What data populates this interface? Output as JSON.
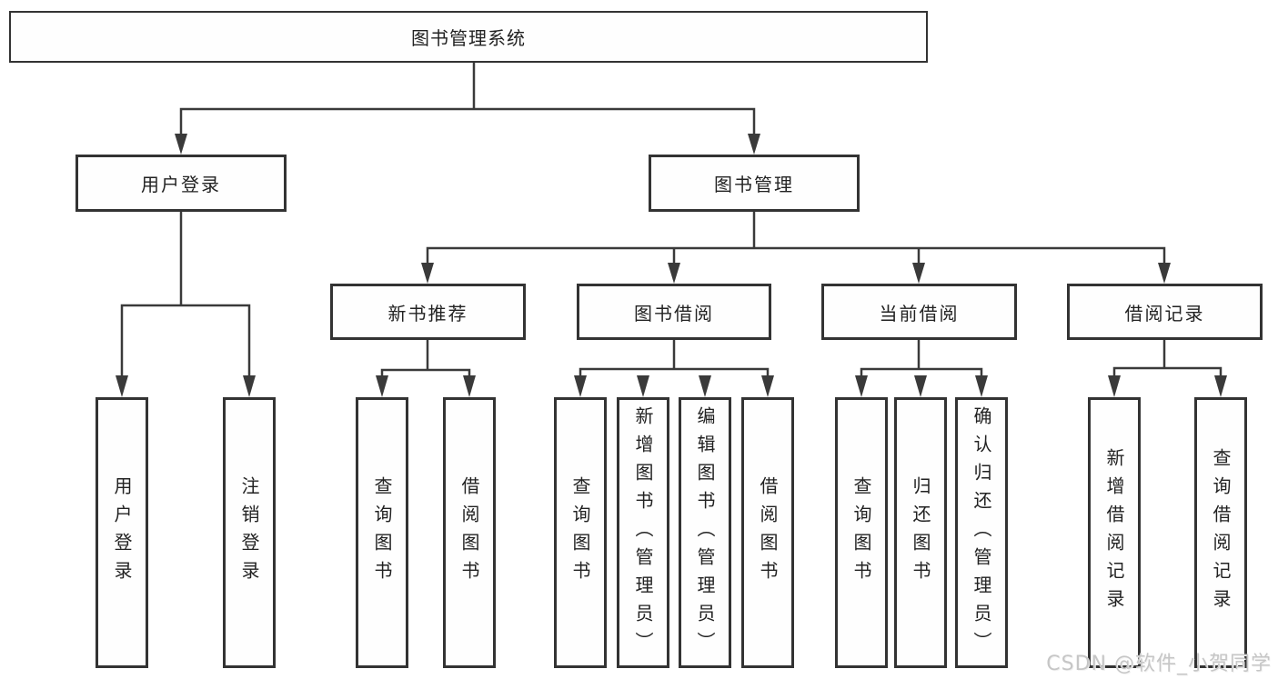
{
  "diagram": {
    "type": "hierarchy-tree",
    "root": {
      "label": "图书管理系统",
      "children": [
        {
          "label": "用户登录",
          "children": [
            {
              "label": "用户登录"
            },
            {
              "label": "注销登录"
            }
          ]
        },
        {
          "label": "图书管理",
          "children": [
            {
              "label": "新书推荐",
              "children": [
                {
                  "label": "查询图书"
                },
                {
                  "label": "借阅图书"
                }
              ]
            },
            {
              "label": "图书借阅",
              "children": [
                {
                  "label": "查询图书"
                },
                {
                  "label": "新增图书（管理员）"
                },
                {
                  "label": "编辑图书（管理员）"
                },
                {
                  "label": "借阅图书"
                }
              ]
            },
            {
              "label": "当前借阅",
              "children": [
                {
                  "label": "查询图书"
                },
                {
                  "label": "归还图书"
                },
                {
                  "label": "确认归还（管理员）"
                }
              ]
            },
            {
              "label": "借阅记录",
              "children": [
                {
                  "label": "新增借阅记录"
                },
                {
                  "label": "查询借阅记录"
                }
              ]
            }
          ]
        }
      ]
    }
  },
  "watermark": {
    "text": "CSDN @软件_小贺同学"
  },
  "colors": {
    "line": "#3a3a3a",
    "box_border": "#333333",
    "text": "#222222",
    "watermark": "#c6c6c6"
  }
}
